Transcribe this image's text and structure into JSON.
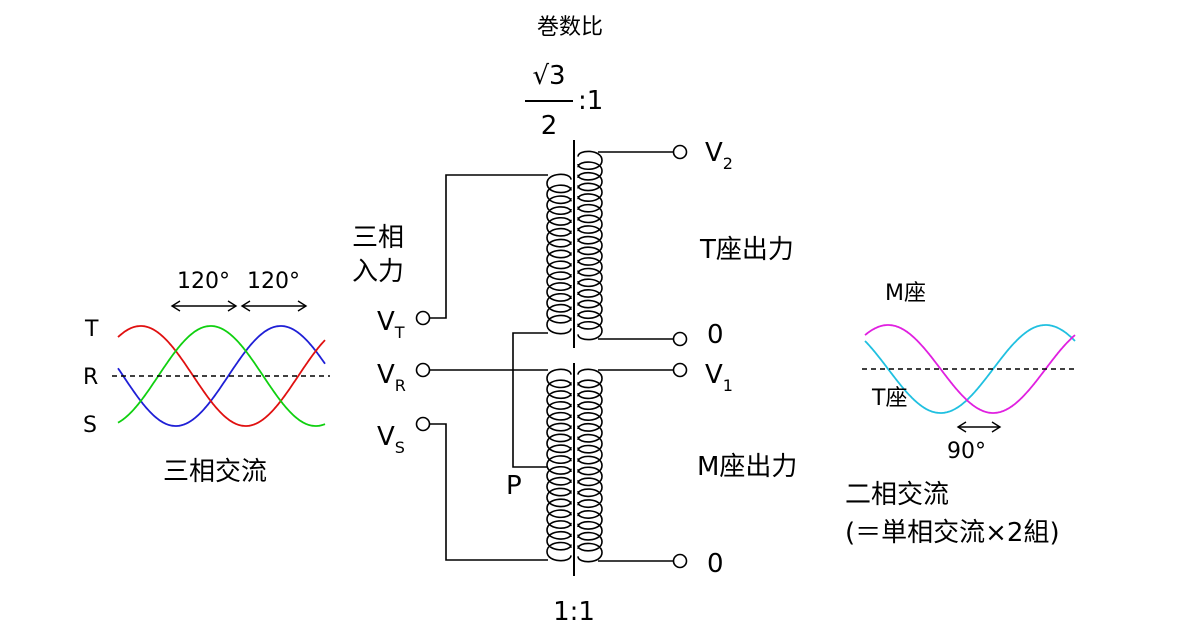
{
  "colors": {
    "line": "#000000",
    "phase_t": "#1f1fd6",
    "phase_r": "#e01010",
    "phase_s": "#10d010",
    "m_phase": "#20c0e0",
    "t_phase": "#e020e0"
  },
  "transformer": {
    "ratio_title": "巻数比",
    "ratio_num": "√3",
    "ratio_den": "2",
    "ratio_tail": ":1",
    "bottom_ratio": "1:1",
    "input_label_line1": "三相",
    "input_label_line2": "入力",
    "t_output": "T座出力",
    "m_output": "M座出力",
    "tap_point": "P",
    "terminals": {
      "vt": "V",
      "vt_sub": "T",
      "vr": "V",
      "vr_sub": "R",
      "vs": "V",
      "vs_sub": "S",
      "v2": "V",
      "v2_sub": "2",
      "v1": "V",
      "v1_sub": "1",
      "zero_top": "0",
      "zero_bottom": "0"
    }
  },
  "three_phase": {
    "title": "三相交流",
    "phase_t": "T",
    "phase_r": "R",
    "phase_s": "S",
    "angle1": "120°",
    "angle2": "120°"
  },
  "two_phase": {
    "title_line1": "二相交流",
    "title_line2": "(＝単相交流×2組)",
    "m_label": "M座",
    "t_label": "T座",
    "angle": "90°"
  }
}
